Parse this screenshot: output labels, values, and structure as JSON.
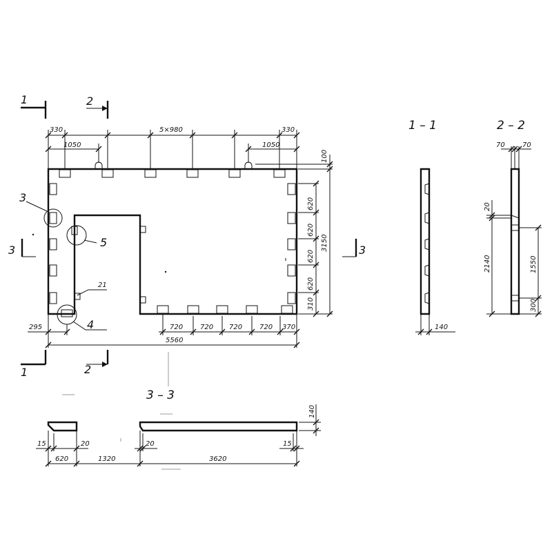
{
  "section_marks": {
    "cut1": "1",
    "cut2": "2",
    "cut3": "3"
  },
  "callouts": [
    "3",
    "5",
    "21",
    "4"
  ],
  "dimensions": {
    "top_left_edge": "330",
    "top_spacing": "5×980",
    "top_right_edge": "330",
    "top_left_offset": "1050",
    "top_right_offset": "1050",
    "top_right_small": "100",
    "right_spacing_1": "620",
    "right_spacing_2": "620",
    "right_spacing_3": "620",
    "right_spacing_4": "620",
    "right_bottom": "310",
    "overall_height": "3150",
    "bottom_1": "720",
    "bottom_2": "720",
    "bottom_3": "720",
    "bottom_4": "720",
    "bottom_end": "370",
    "left_bottom": "295",
    "overall_width": "5560"
  },
  "section_1_1": {
    "title": "1 – 1",
    "thickness": "140"
  },
  "section_2_2": {
    "title": "2 – 2",
    "top_left": "70",
    "top_right": "70",
    "small": "20",
    "height": "2140",
    "mid": "1550",
    "bottom": "300"
  },
  "section_3_3": {
    "title": "3 – 3",
    "height": "140",
    "left_chamfer": "15",
    "left_width": "620",
    "left_inner": "20",
    "gap": "1320",
    "right_inner": "20",
    "right_width": "3620",
    "right_chamfer": "15"
  }
}
